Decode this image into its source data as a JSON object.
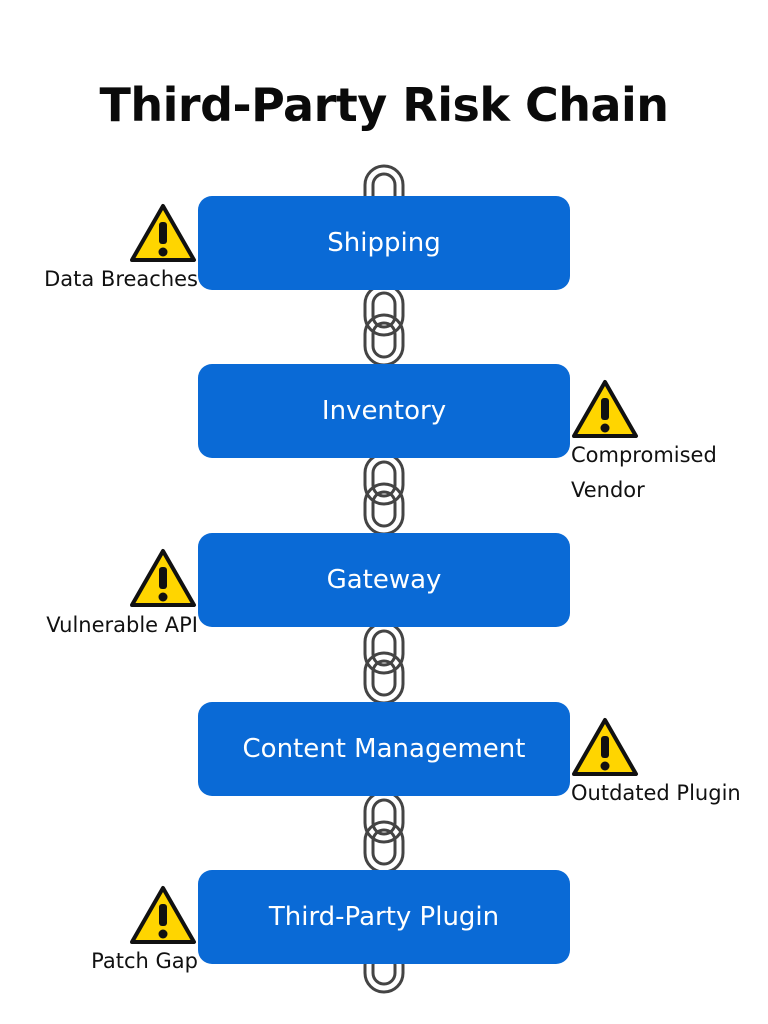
{
  "title": "Third-Party Risk Chain",
  "links": [
    {
      "label": "Shipping",
      "risk": "Data Breaches",
      "side": "left"
    },
    {
      "label": "Inventory",
      "risk": "Compromised Vendor",
      "side": "right"
    },
    {
      "label": "Gateway",
      "risk": "Vulnerable API",
      "side": "left"
    },
    {
      "label": "Content Management",
      "risk": "Outdated Plugin",
      "side": "right"
    },
    {
      "label": "Third-Party Plugin",
      "risk": "Patch Gap",
      "side": "left"
    }
  ],
  "colors": {
    "block": "#0a6ad6",
    "warning": "#ffd500",
    "chain": "#444444"
  },
  "icons": {
    "risk": "warning-icon",
    "connector": "chain-link-icon"
  }
}
